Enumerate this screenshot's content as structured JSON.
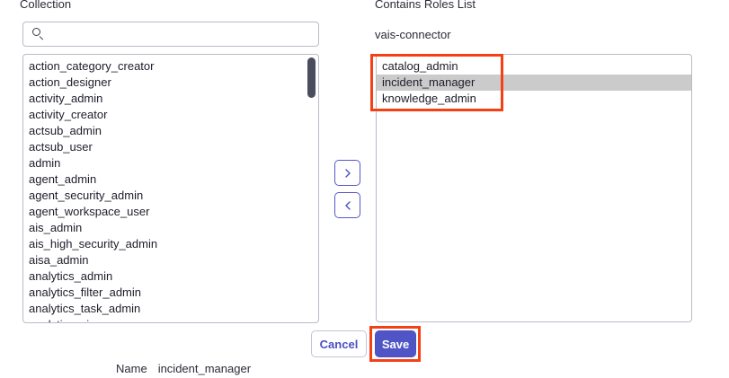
{
  "panels": {
    "collection": {
      "label": "Collection",
      "search": {
        "placeholder": "",
        "value": "",
        "icon": "search-icon"
      },
      "items": [
        "action_category_creator",
        "action_designer",
        "activity_admin",
        "activity_creator",
        "actsub_admin",
        "actsub_user",
        "admin",
        "agent_admin",
        "agent_security_admin",
        "agent_workspace_user",
        "ais_admin",
        "ais_high_security_admin",
        "aisa_admin",
        "analytics_admin",
        "analytics_filter_admin",
        "analytics_task_admin",
        "analytics_viewer"
      ],
      "scrollbar": {
        "thumb_color": "#4c4c5f",
        "position": "top"
      }
    },
    "contains_roles": {
      "label": "Contains Roles List",
      "subject": "vais-connector",
      "items": [
        {
          "label": "catalog_admin",
          "selected": false
        },
        {
          "label": "incident_manager",
          "selected": true
        },
        {
          "label": "knowledge_admin",
          "selected": false
        }
      ],
      "selected_highlight_color": "#cbcbcb"
    }
  },
  "transfer": {
    "move_right_label": ">",
    "move_left_label": "<",
    "move_right_icon": "chevron-right-icon",
    "move_left_icon": "chevron-left-icon"
  },
  "footer": {
    "cancel_label": "Cancel",
    "save_label": "Save"
  },
  "name_row": {
    "label": "Name",
    "value": "incident_manager"
  },
  "annotations": {
    "color": "#f44015",
    "roles_box": "contains-roles-items",
    "save_box": "save-button"
  },
  "colors": {
    "accent": "#5055c6",
    "accent_border": "#4a4fc4",
    "border": "#b9bcc6",
    "text": "#1d1d2b",
    "annotation": "#f44015"
  }
}
